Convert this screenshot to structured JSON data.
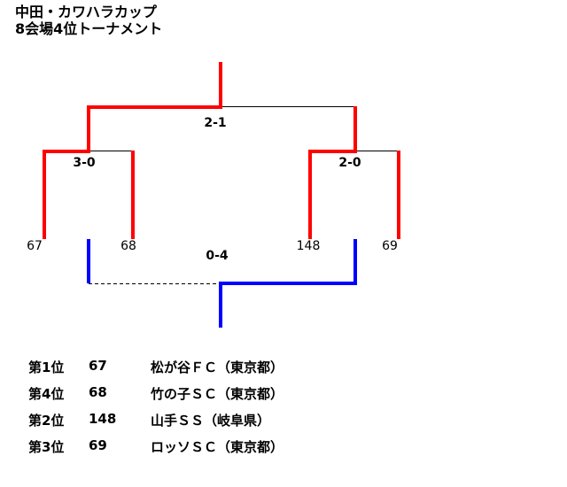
{
  "title": {
    "line1": "中田・カワハラカップ",
    "line2": "8会場4位トーナメント"
  },
  "bracket": {
    "scores": {
      "final": "2-1",
      "semi_left": "3-0",
      "semi_right": "2-0",
      "third_place": "0-4"
    },
    "teams": [
      "67",
      "68",
      "148",
      "69"
    ]
  },
  "results": [
    {
      "rank": "第1位",
      "number": "67",
      "team": "松が谷ＦＣ（東京都）"
    },
    {
      "rank": "第4位",
      "number": "68",
      "team": "竹の子ＳＣ（東京都）"
    },
    {
      "rank": "第2位",
      "number": "148",
      "team": "山手ＳＳ（岐阜県）"
    },
    {
      "rank": "第3位",
      "number": "69",
      "team": "ロッソＳＣ（東京都）"
    }
  ],
  "colors": {
    "winner": "#ff0000",
    "third_place": "#0000ff"
  }
}
